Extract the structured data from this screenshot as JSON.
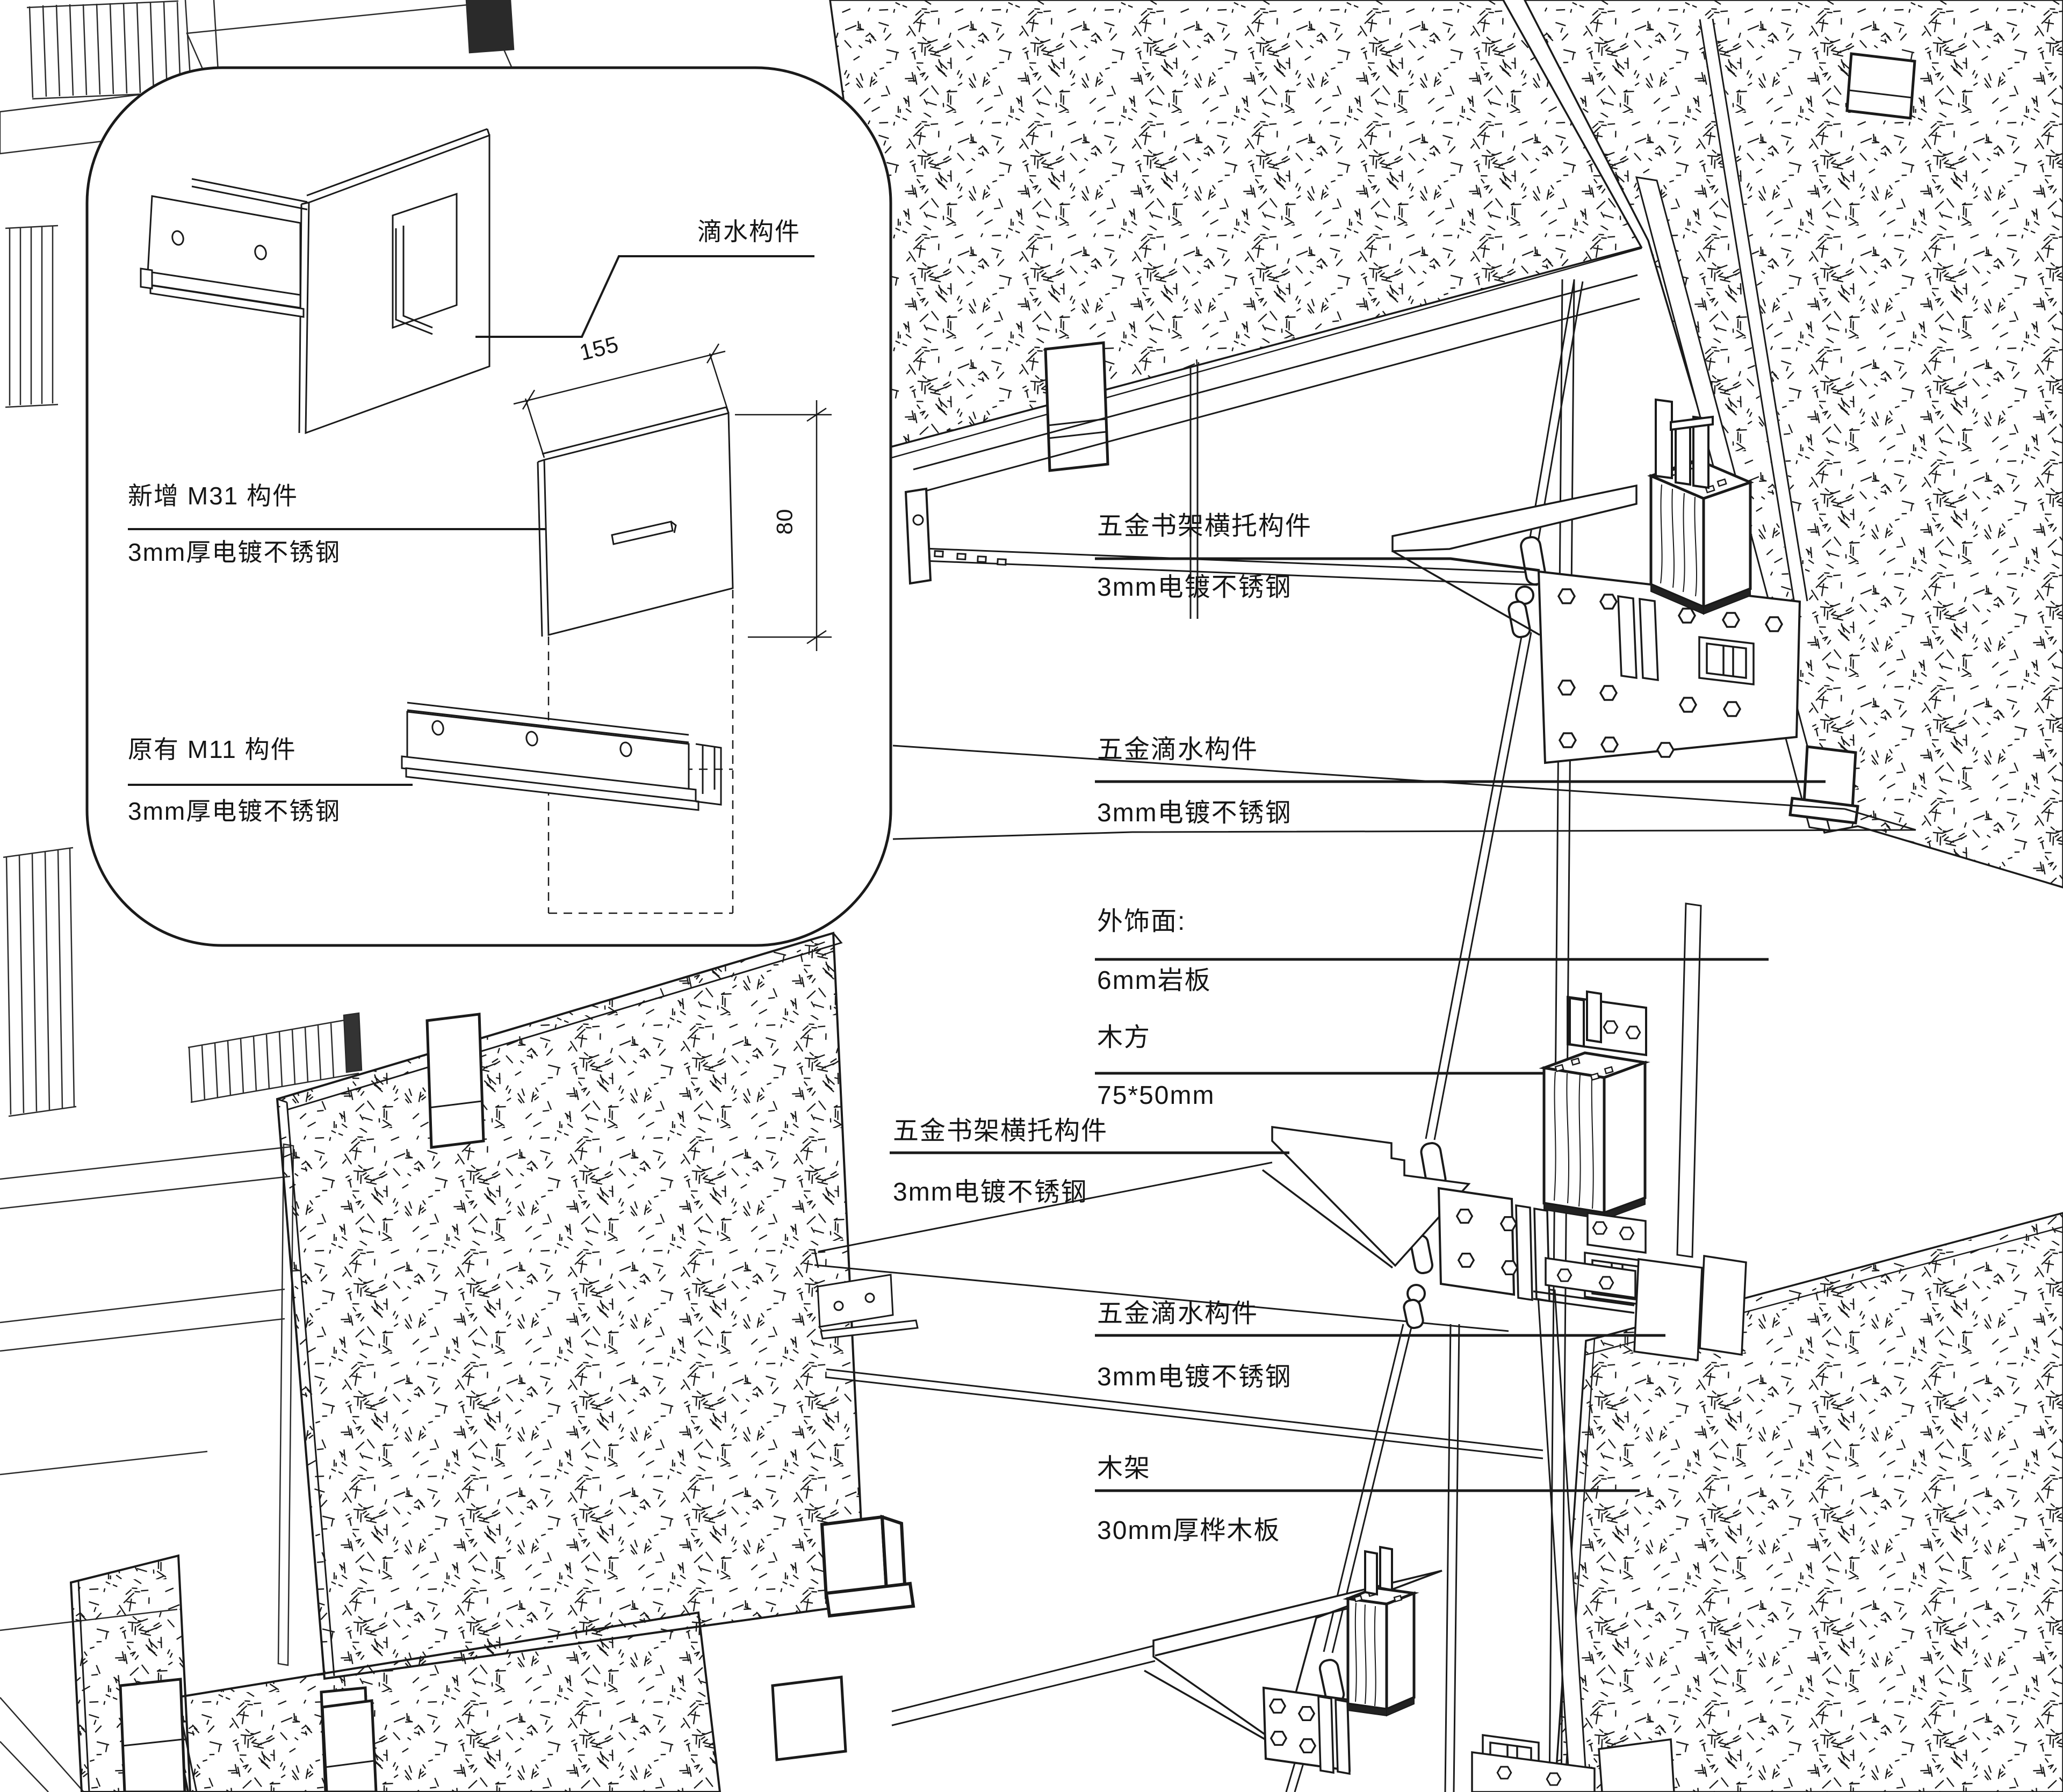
{
  "inset": {
    "drip_label": "滴水构件",
    "m31": {
      "line1": "新增 M31 构件",
      "line2": "3mm厚电镀不锈钢"
    },
    "m11": {
      "line1": "原有 M11 构件",
      "line2": "3mm厚电镀不锈钢"
    },
    "dims": {
      "width": "155",
      "height": "80"
    }
  },
  "callouts": [
    {
      "id": "bracket-top",
      "line1": "五金书架横托构件",
      "line2": "3mm电镀不锈钢"
    },
    {
      "id": "drip-top",
      "line1": "五金滴水构件",
      "line2": "3mm电镀不锈钢"
    },
    {
      "id": "finish",
      "line1": "外饰面:",
      "line2": "6mm岩板"
    },
    {
      "id": "wood-batten",
      "line1": "木方",
      "line2": "75*50mm"
    },
    {
      "id": "bracket-mid",
      "line1": "五金书架横托构件",
      "line2": "3mm电镀不锈钢"
    },
    {
      "id": "drip-mid",
      "line1": "五金滴水构件",
      "line2": "3mm电镀不锈钢"
    },
    {
      "id": "wood-frame",
      "line1": "木架",
      "line2": "30mm厚桦木板"
    }
  ],
  "colors": {
    "line": "#1a1a1a",
    "background": "#ffffff"
  }
}
